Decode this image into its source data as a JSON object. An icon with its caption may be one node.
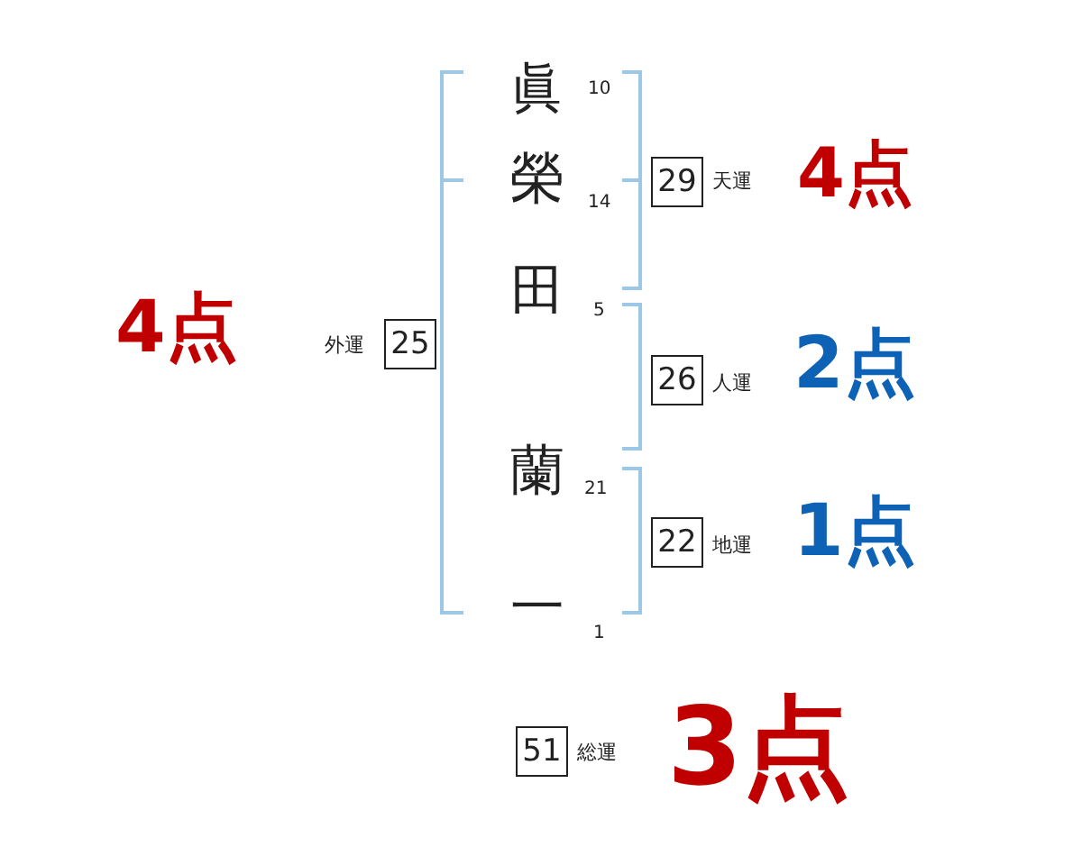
{
  "diagram": {
    "nodes": [
      {
        "text": [
          "29"
        ],
        "beside": [
          "天運"
        ]
      },
      {
        "text": [
          "25"
        ],
        "beside": [
          "外運"
        ]
      },
      {
        "text": [
          "26"
        ],
        "beside": [
          "人運"
        ]
      },
      {
        "text": [
          "22"
        ],
        "beside": [
          "地運"
        ]
      },
      {
        "text": [
          "51"
        ],
        "beside": [
          "総運"
        ]
      }
    ],
    "labels": [
      "眞",
      "10",
      "榮",
      "14",
      "田",
      "5",
      "蘭",
      "21",
      "一",
      "1",
      "4点",
      "4点",
      "2点",
      "1点",
      "3点"
    ]
  }
}
